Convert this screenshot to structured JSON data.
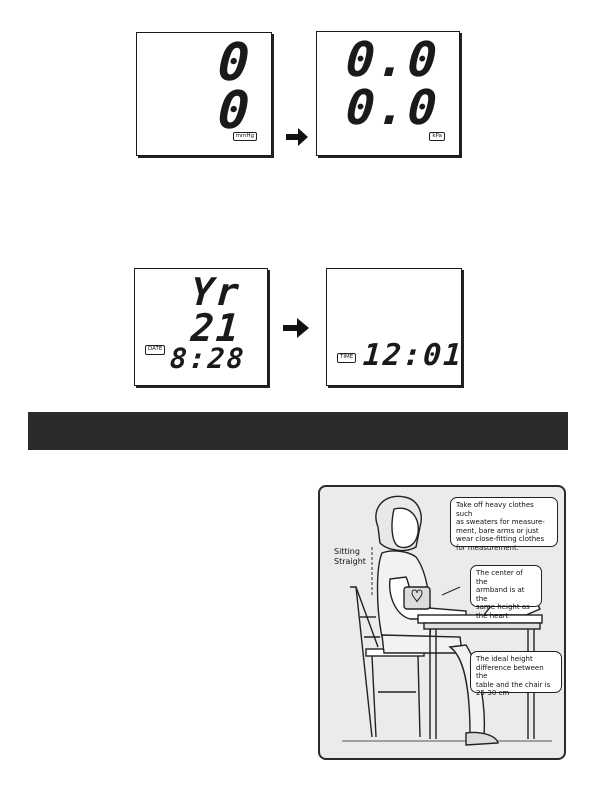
{
  "screen1": {
    "before": {
      "line1": "0",
      "line2": "0",
      "unit": "mmHg"
    },
    "after": {
      "line1": "0.0",
      "line2": "0.0",
      "unit": "kPa"
    }
  },
  "screen2": {
    "before": {
      "line1": "Yr",
      "line2": "21",
      "line3": "8:28",
      "badge": "DATE"
    },
    "after": {
      "time": "12:01",
      "badge": "TIME"
    }
  },
  "section_bar": {
    "text": ""
  },
  "illustration": {
    "label_sitting": "Sitting\nStraight",
    "callout_clothes": "Take off heavy clothes such\nas sweaters for measure-\nment, bare arms or just\nwear close-fitting clothes\nfor measurement.",
    "callout_armband": "The center of the\narmband is at the\nsame height as\nthe heart",
    "callout_height": "The ideal height\ndifference between the\ntable and the chair is\n25-30 cm"
  },
  "colors": {
    "bar": "#2b2b2b",
    "panel_bg": "#ebebeb",
    "ink": "#1a1a1a"
  }
}
